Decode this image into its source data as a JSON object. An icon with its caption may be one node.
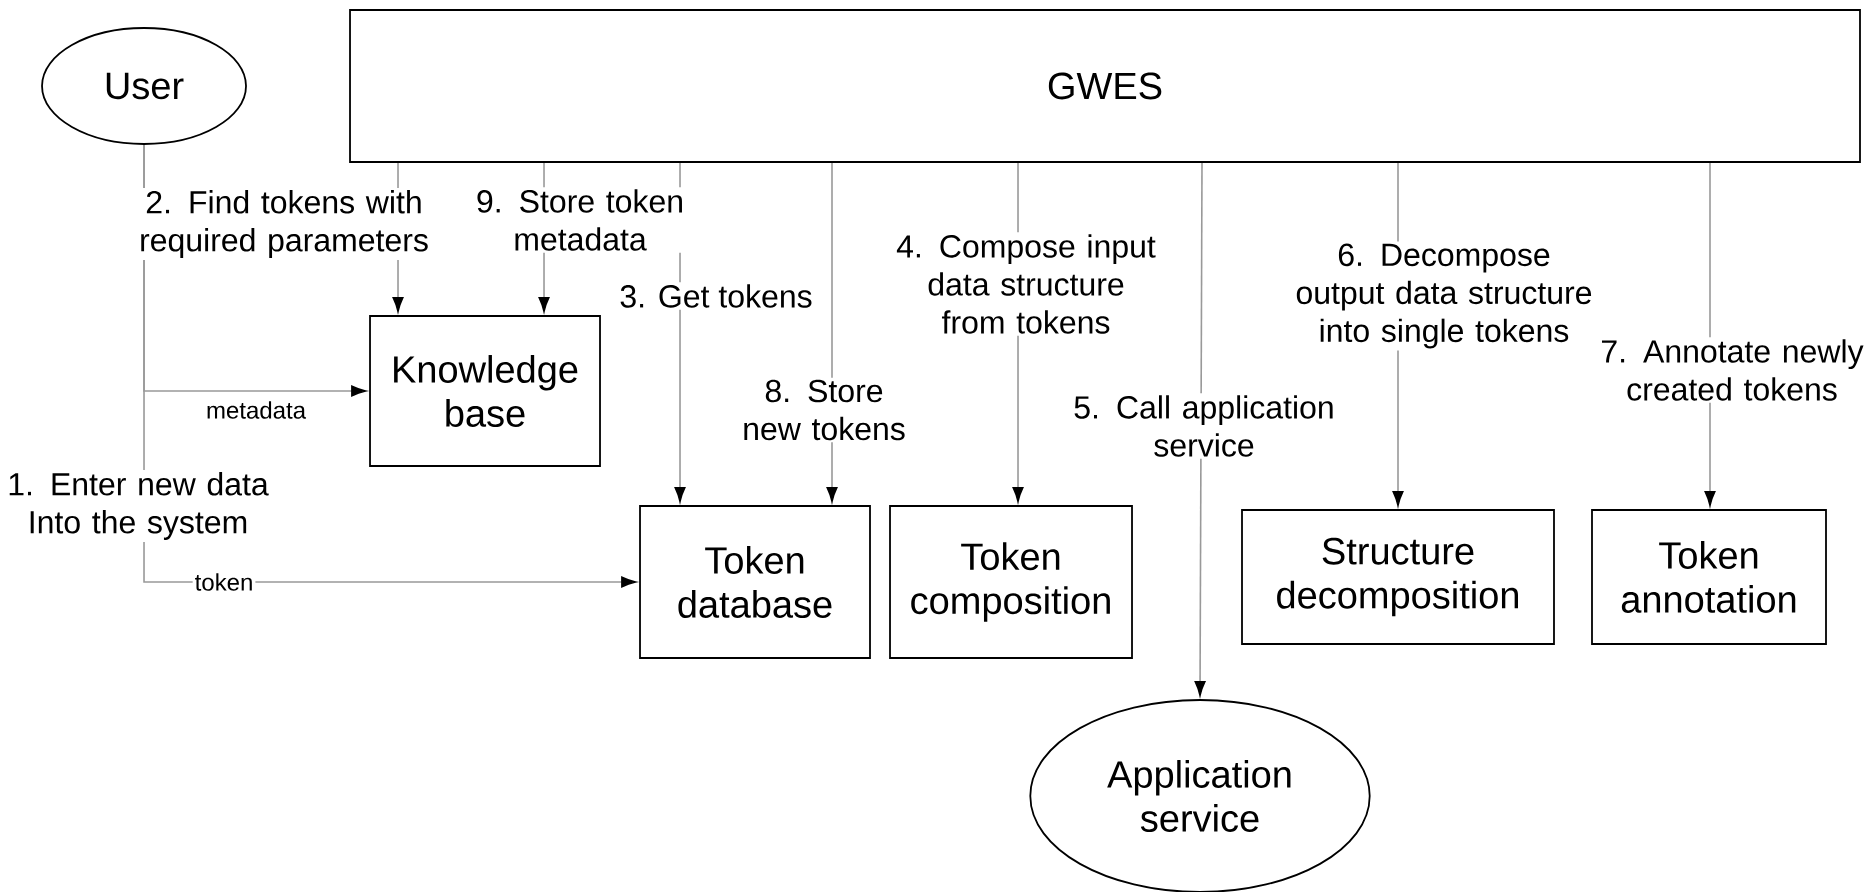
{
  "diagram": {
    "nodes": [
      {
        "text": [
          "User"
        ]
      },
      {
        "text": [
          "GWES"
        ]
      },
      {
        "text": [
          "Knowledge base"
        ]
      },
      {
        "text": [
          "Token database"
        ]
      },
      {
        "text": [
          "Token composition"
        ]
      },
      {
        "text": [
          "Structure decomposition"
        ]
      },
      {
        "text": [
          "Token annotation"
        ]
      },
      {
        "text": [
          "Application service"
        ]
      }
    ],
    "edges": [
      {
        "from": 0,
        "to": 2,
        "arrow": "to",
        "label": "metadata"
      },
      {
        "from": 0,
        "to": 3,
        "arrow": "to",
        "label": "token"
      },
      {
        "from": 1,
        "to": 2,
        "arrow": "to",
        "label": "2. Find tokens with required parameters"
      },
      {
        "from": 1,
        "to": 2,
        "arrow": "to",
        "label": "9. Store token metadata"
      },
      {
        "from": 1,
        "to": 3,
        "arrow": "to",
        "label": "3. Get tokens"
      },
      {
        "from": 1,
        "to": 3,
        "arrow": "to",
        "label": "8. Store new tokens"
      },
      {
        "from": 1,
        "to": 4,
        "arrow": "to",
        "label": "4. Compose input data structure from tokens"
      },
      {
        "from": 1,
        "to": 7,
        "arrow": "to",
        "label": "5. Call application service"
      },
      {
        "from": 1,
        "to": 5,
        "arrow": "to",
        "label": "6. Decompose output data structure into single tokens"
      },
      {
        "from": 1,
        "to": 6,
        "arrow": "to",
        "label": "7. Annotate newly created tokens"
      }
    ],
    "labels": [
      "1. Enter new data Into the system"
    ]
  }
}
